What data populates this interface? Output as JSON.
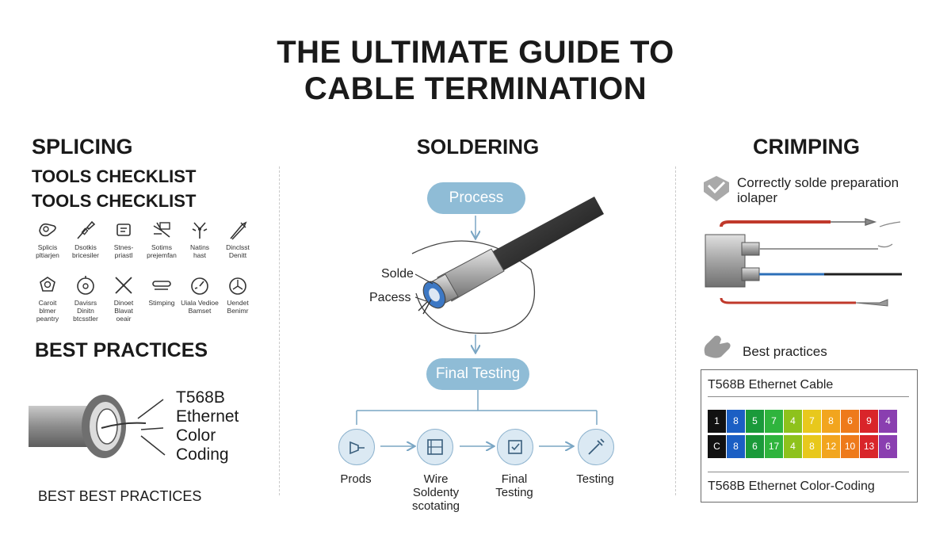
{
  "title": {
    "line1": "THE ULTIMATE GUIDE TO",
    "line2": "CABLE TERMINATION"
  },
  "left": {
    "heading": "SPLICING",
    "tools_heading_1": "TOOLS CHECKLIST",
    "tools_heading_2": "TOOLS CHECKLIST",
    "tools": [
      {
        "icon": "cable-stripper-icon",
        "label": "Splicis\npltiarjen"
      },
      {
        "icon": "screwdriver-icon",
        "label": "Dsotkis\nbricesiler"
      },
      {
        "icon": "crimper-icon",
        "label": "Stnes-\npriastl"
      },
      {
        "icon": "pliers-icon",
        "label": "Sotims\nprejemfan"
      },
      {
        "icon": "wire-cutter-icon",
        "label": "Natins\nhast"
      },
      {
        "icon": "probe-icon",
        "label": "Dinclsst\nDenitt"
      },
      {
        "icon": "heat-gun-icon",
        "label": "Caroit\nblmer\npeantry"
      },
      {
        "icon": "meter-icon",
        "label": "Davisrs\nDinitn\nbtcsstler"
      },
      {
        "icon": "scissors-icon",
        "label": "Dinoet\nBlavat\noeair"
      },
      {
        "icon": "stripping-tool-icon",
        "label": "Stimping"
      },
      {
        "icon": "gauge-icon",
        "label": "Uiala Vedioe\nBamset"
      },
      {
        "icon": "tester-icon",
        "label": "Uendet\nBenimr"
      }
    ],
    "best_practices_heading": "BEST PRACTICES",
    "callout": [
      "T568B",
      "Ethernet",
      "Color",
      "Coding"
    ],
    "footer": "BEST BEST PRACTICES"
  },
  "center": {
    "heading": "SOLDERING",
    "process_label": "Process",
    "annotation_1": "Solde",
    "annotation_2": "Pacess",
    "final_testing_label": "Final Testing",
    "steps": [
      {
        "icon": "probe-step-icon",
        "label": "Prods"
      },
      {
        "icon": "solder-station-icon",
        "label": "Wire\nSoldenty\nscotating"
      },
      {
        "icon": "final-check-icon",
        "label": "Final\nTesting"
      },
      {
        "icon": "testing-tool-icon",
        "label": "Testing"
      }
    ]
  },
  "right": {
    "heading": "CRIMPING",
    "intro_line1": "Correctly solde preparation",
    "intro_line2": "iolaper",
    "best_practices": "Best practices",
    "table_title": "T568B Ethernet Cable",
    "row1": [
      "1",
      "8",
      "5",
      "7",
      "4",
      "7",
      "8",
      "6",
      "9",
      "4"
    ],
    "row2": [
      "C",
      "8",
      "6",
      "17",
      "4",
      "8",
      "12",
      "10",
      "13",
      "6"
    ],
    "table_footer": "T568B Ethernet Color-Coding",
    "colors": [
      "#111111",
      "#1b5fc4",
      "#1a9a3a",
      "#2fb43d",
      "#8ec21c",
      "#e8c81c",
      "#f2a51e",
      "#ee7a1b",
      "#d9252a",
      "#8a3fb0"
    ]
  }
}
